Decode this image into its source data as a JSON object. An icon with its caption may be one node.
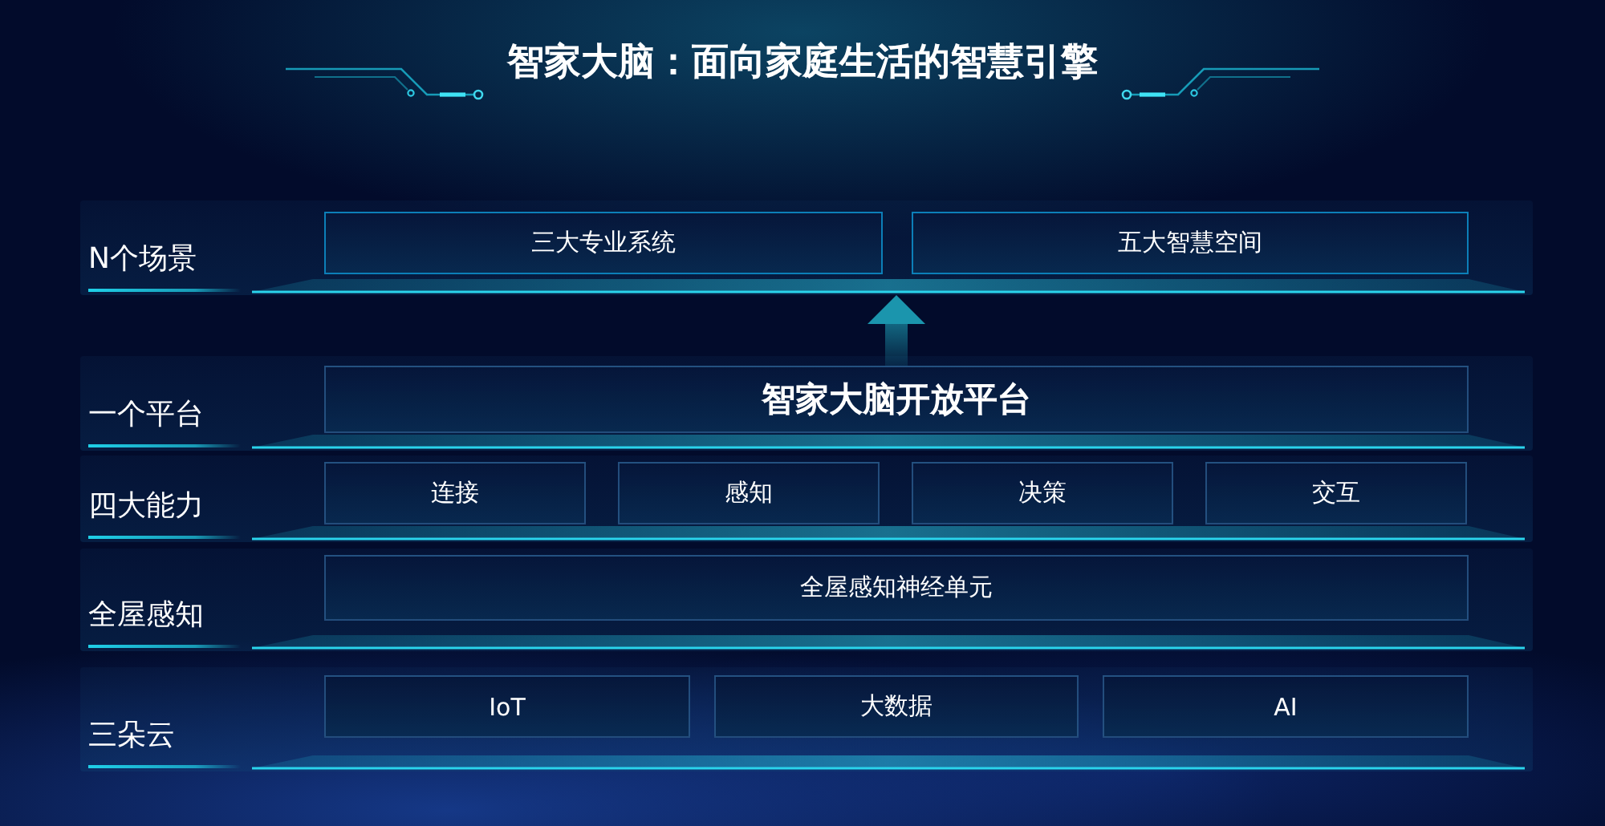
{
  "diagram": {
    "title": "智家大脑：面向家庭生活的智慧引擎",
    "nodes": [
      {
        "text": [
          "N个场景"
        ]
      },
      {
        "text": [
          "三大专业系统"
        ],
        "in": 0
      },
      {
        "text": [
          "五大智慧空间"
        ],
        "in": 0
      },
      {
        "text": [
          "一个平台"
        ]
      },
      {
        "text": [
          "智家大脑开放平台"
        ],
        "in": 3
      },
      {
        "text": [
          "四大能力"
        ]
      },
      {
        "text": [
          "连接"
        ],
        "in": 5
      },
      {
        "text": [
          "感知"
        ],
        "in": 5
      },
      {
        "text": [
          "决策"
        ],
        "in": 5
      },
      {
        "text": [
          "交互"
        ],
        "in": 5
      },
      {
        "text": [
          "全屋感知"
        ]
      },
      {
        "text": [
          "全屋感知神经单元"
        ],
        "in": 10
      },
      {
        "text": [
          "三朵云"
        ]
      },
      {
        "text": [
          "IoT"
        ],
        "in": 12
      },
      {
        "text": [
          "大数据"
        ],
        "in": 12
      },
      {
        "text": [
          "AI"
        ],
        "in": 12
      }
    ],
    "edges": [
      {
        "from": 4,
        "to": 0,
        "arrow": "to",
        "style": "thick"
      }
    ]
  }
}
